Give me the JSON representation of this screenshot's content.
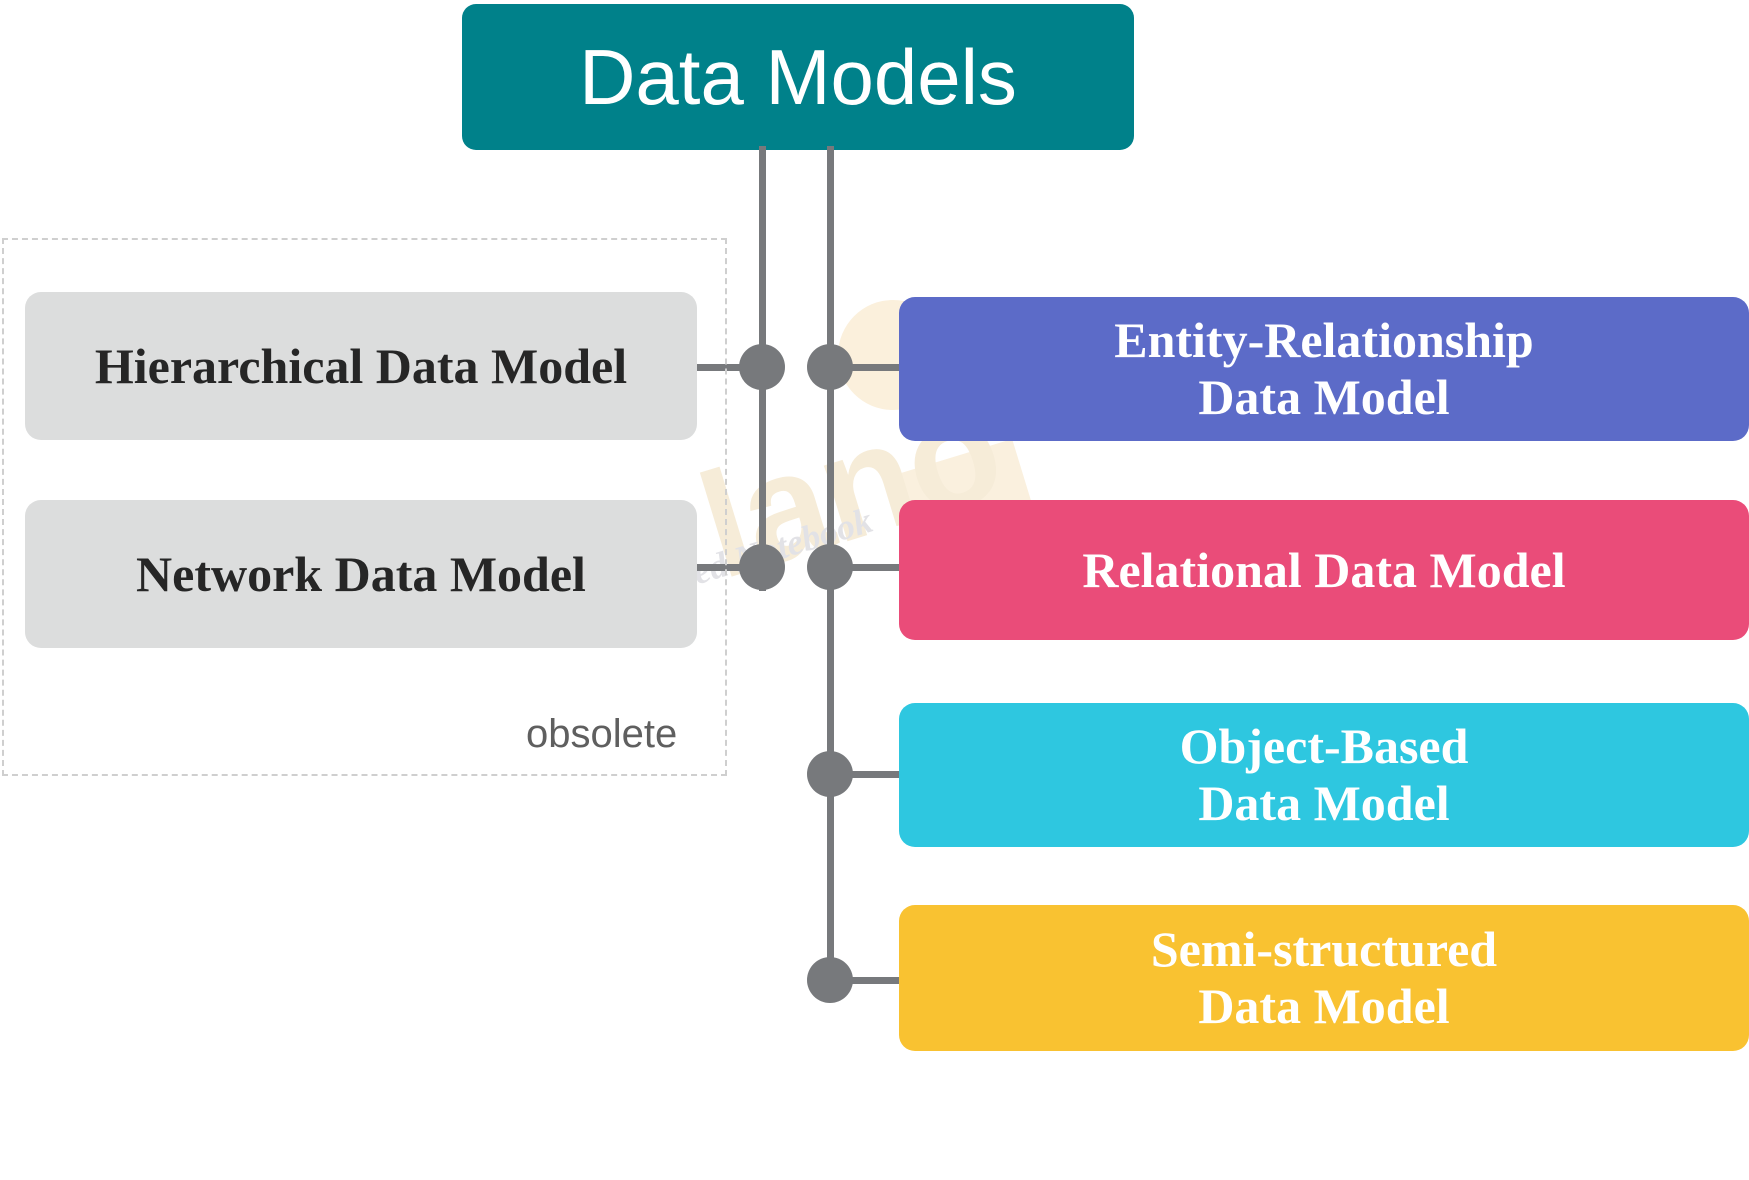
{
  "diagram": {
    "title": "Data Models",
    "title_color": "#00818a",
    "connector_color": "#77797c"
  },
  "obsolete_group": {
    "label": "obsolete",
    "border_style": "dashed",
    "border_color": "#cfcfcf",
    "nodes": [
      {
        "label": "Hierarchical Data Model",
        "color": "#dcdddd",
        "text_color": "#262626"
      },
      {
        "label": "Network Data Model",
        "color": "#dcdddd",
        "text_color": "#262626"
      }
    ]
  },
  "current_nodes": [
    {
      "label": "Entity-Relationship\nData Model",
      "line1": "Entity-Relationship",
      "line2": "Data Model",
      "color": "#5c6bc8",
      "text_color": "#ffffff"
    },
    {
      "label": "Relational Data Model",
      "line1": "Relational Data Model",
      "line2": "",
      "color": "#ea4c79",
      "text_color": "#ffffff"
    },
    {
      "label": "Object-Based\nData Model",
      "line1": "Object-Based",
      "line2": "Data Model",
      "color": "#2ec7e0",
      "text_color": "#ffffff"
    },
    {
      "label": "Semi-structured\nData Model",
      "line1": "Semi-structured",
      "line2": "Data Model",
      "color": "#f9c231",
      "text_color": "#ffffff"
    }
  ],
  "watermark": {
    "word": "lano",
    "subtitle": "ed Notebook"
  }
}
